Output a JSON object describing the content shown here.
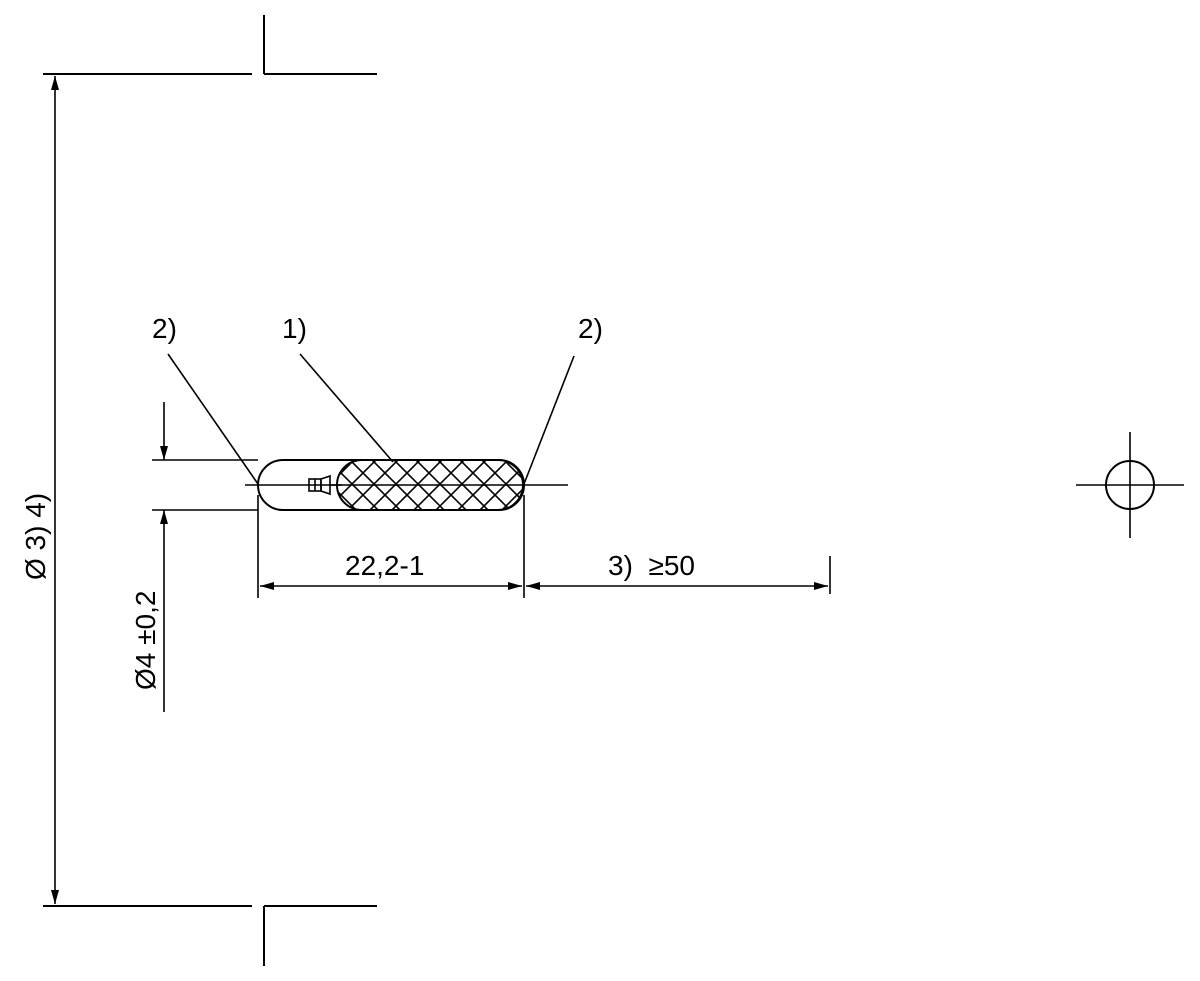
{
  "drawing": {
    "type": "technical-drawing",
    "stroke_color": "#000000",
    "background": "#ffffff",
    "labels": {
      "callout_left": "2)",
      "callout_center": "1)",
      "callout_right": "2)",
      "length_dim": "22,2-1",
      "lead_dim": "3)  ≥50",
      "outer_dia_dim": "Ø 3)  4)",
      "body_dia_dim": "Ø4 ±0,2"
    },
    "symbols": {
      "projection_symbol": "centerline-circle-crosshair"
    }
  }
}
